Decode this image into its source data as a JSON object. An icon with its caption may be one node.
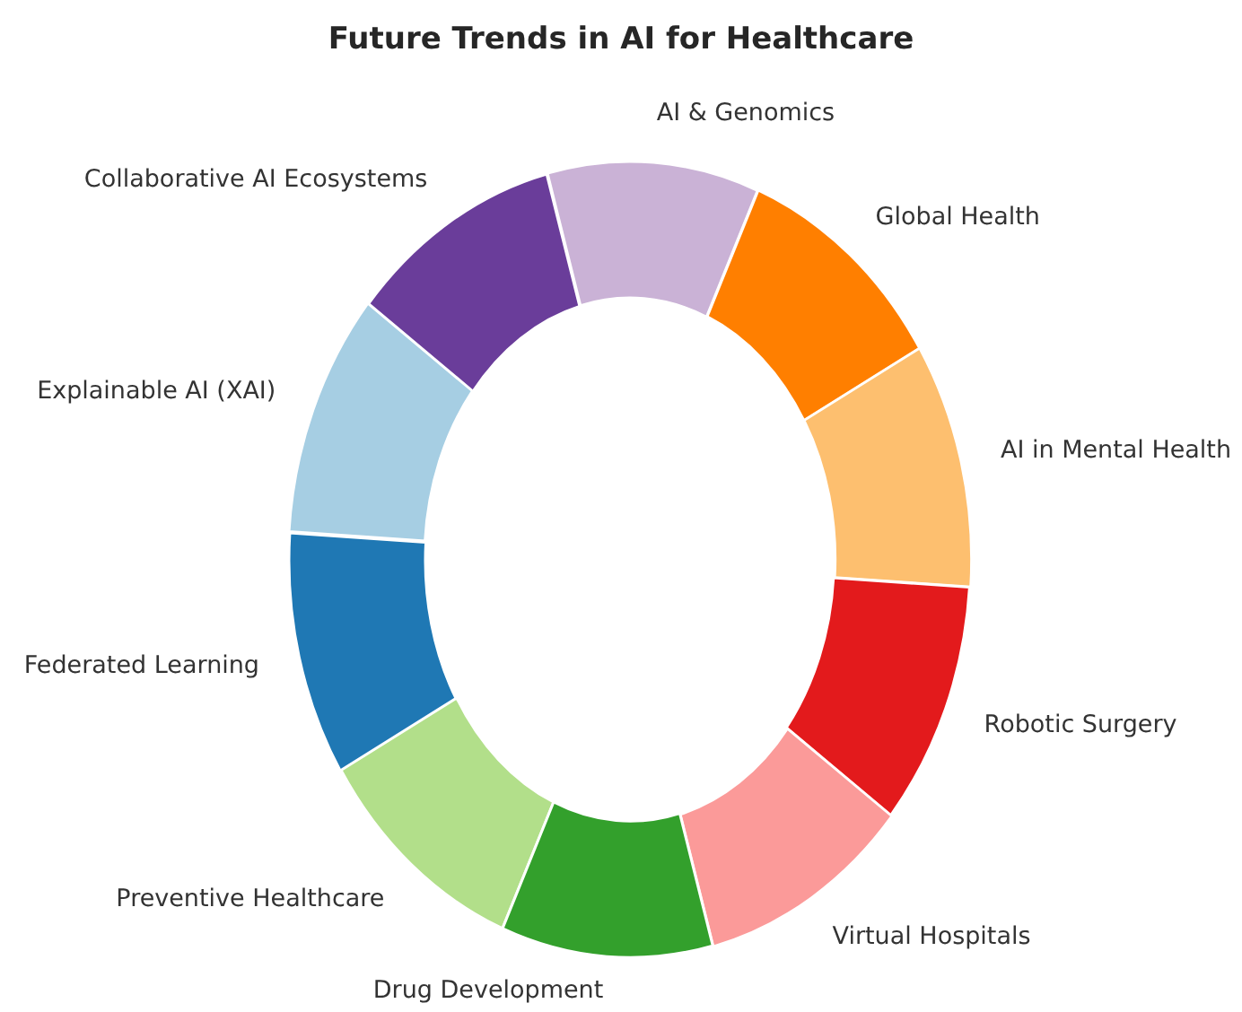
{
  "diagram": {
    "title": "Future Trends in AI for Healthcare",
    "nodes": [
      {
        "text": [
          "AI & Genomics"
        ]
      },
      {
        "text": [
          "Collaborative AI Ecosystems"
        ]
      },
      {
        "text": [
          "Global Health"
        ]
      },
      {
        "text": [
          "Explainable AI (XAI)"
        ]
      },
      {
        "text": [
          "AI in Mental Health"
        ]
      },
      {
        "text": [
          "Federated Learning"
        ]
      },
      {
        "text": [
          "Robotic Surgery"
        ]
      },
      {
        "text": [
          "Preventive Healthcare"
        ]
      },
      {
        "text": [
          "Virtual Hospitals"
        ]
      },
      {
        "text": [
          "Drug Development"
        ]
      }
    ]
  }
}
